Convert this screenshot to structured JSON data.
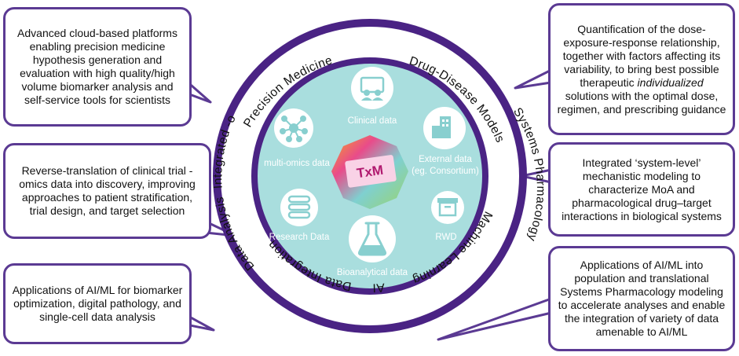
{
  "colors": {
    "outer_ring": "#4a2384",
    "ring_band": "#ffffff",
    "inner_circle": "#a9dede",
    "icon_circle": "#ffffff",
    "icon_color": "#88cfcf",
    "callout_border": "#5b3a93",
    "center_text": "#b0186e"
  },
  "ring_labels": {
    "precision_medicine": "Precision Medicine",
    "drug_disease_models": "Drug-Disease Models",
    "systems_pharmacology": "Systems Pharmacology",
    "machine_learning": "Machine Learning",
    "ai": "AI",
    "data_integration": "Data Integration",
    "data_analysis": "Data Analysis",
    "integrated_omics": "Integrated -omics"
  },
  "center": {
    "label": "TxM"
  },
  "data_sources": [
    {
      "key": "clinical",
      "label": "Clinical data",
      "icon": "people-icon"
    },
    {
      "key": "external",
      "label_line1": "External data",
      "label_line2": "(eg. Consortium)",
      "icon": "building-icon"
    },
    {
      "key": "rwd",
      "label": "RWD",
      "icon": "archive-box-icon"
    },
    {
      "key": "bioanalytical",
      "label": "Bioanalytical data",
      "icon": "flask-icon"
    },
    {
      "key": "research",
      "label": "Research Data",
      "icon": "database-icon"
    },
    {
      "key": "multiomics",
      "label": "multi-omics data",
      "icon": "network-icon"
    }
  ],
  "callouts": {
    "top_left": "Advanced cloud-based platforms enabling precision medicine hypothesis generation and evaluation with high quality/high volume biomarker analysis and self-service tools for scientists",
    "mid_left": "Reverse-translation of clinical trial -omics data into discovery, improving approaches to patient stratification, trial design, and target selection",
    "bottom_left": "Applications of AI/ML for biomarker optimization, digital pathology, and single-cell data analysis",
    "top_right_before": "Quantification of the dose-exposure-response relationship, together with factors affecting its variability, to bring best possible therapeutic",
    "top_right_emphasis": "individualized",
    "top_right_after": "solutions with the optimal dose, regimen, and prescribing guidance",
    "mid_right": "Integrated ‘system-level’ mechanistic modeling to characterize MoA and pharmacological drug–target interactions in biological systems",
    "bottom_right": "Applications of AI/ML into population and translational Systems Pharmacology modeling to accelerate analyses and enable the integration of variety of data amenable to AI/ML"
  }
}
